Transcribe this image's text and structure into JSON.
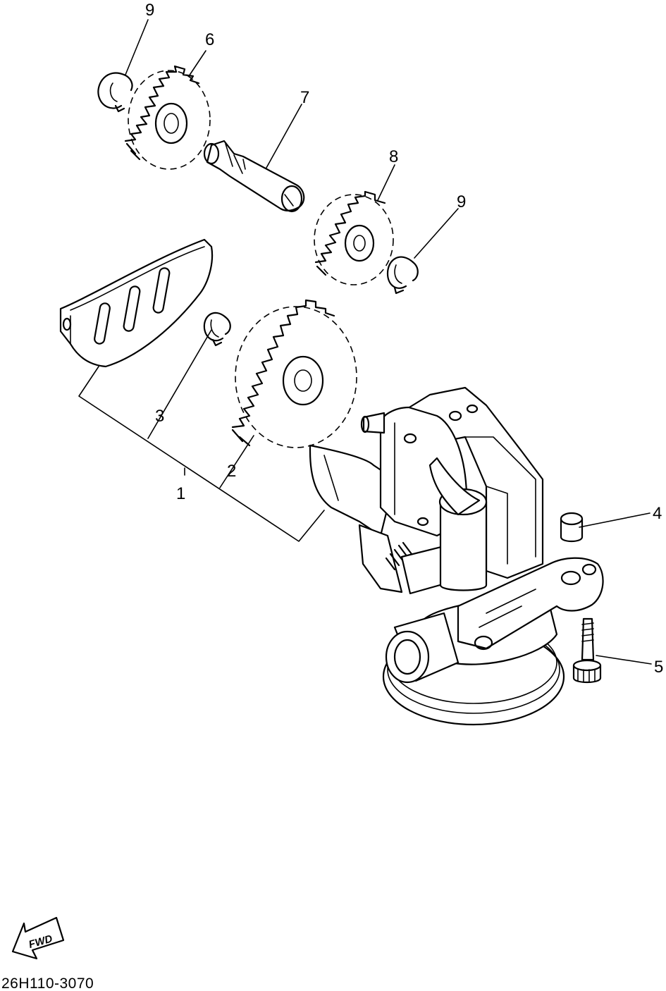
{
  "callouts": [
    {
      "id": "c1",
      "label": "1"
    },
    {
      "id": "c2",
      "label": "2"
    },
    {
      "id": "c3",
      "label": "3"
    },
    {
      "id": "c4",
      "label": "4"
    },
    {
      "id": "c5",
      "label": "5"
    },
    {
      "id": "c6",
      "label": "6"
    },
    {
      "id": "c7",
      "label": "7"
    },
    {
      "id": "c8",
      "label": "8"
    },
    {
      "id": "c9a",
      "label": "9"
    },
    {
      "id": "c9b",
      "label": "9"
    }
  ],
  "fwd_label": "FWD",
  "diagram_code": "26H110-3070"
}
